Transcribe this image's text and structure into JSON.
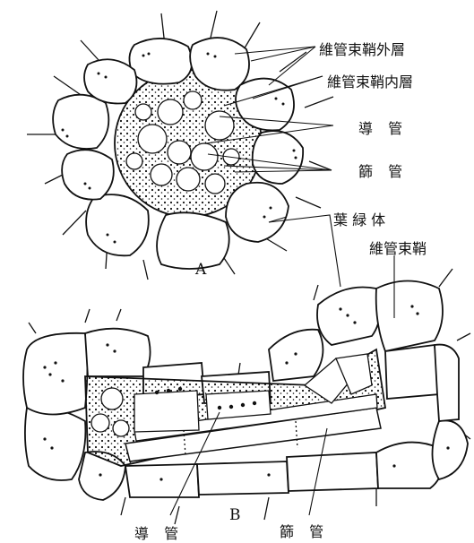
{
  "panels": {
    "a": "A",
    "b": "B"
  },
  "labels_a": {
    "outer_sheath": "維管束鞘外層",
    "inner_sheath": "維管束鞘内層",
    "xylem": "導 管",
    "phloem": "篩 管"
  },
  "labels_b": {
    "chloroplast": "葉 緑 体",
    "bundle_sheath": "維管束鞘",
    "xylem": "導 管",
    "phloem": "篩 管"
  },
  "colors": {
    "ink": "#111111",
    "paper": "#ffffff"
  }
}
